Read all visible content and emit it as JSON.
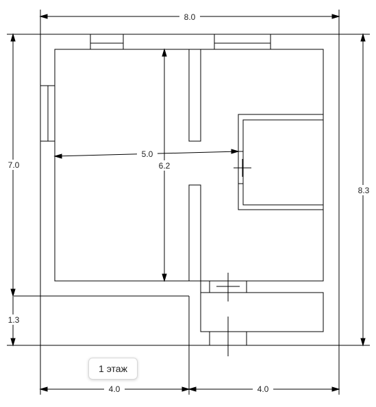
{
  "dimensions": {
    "top_width": "8.0",
    "left_height": "7.0",
    "right_height": "8.3",
    "inner_width": "5.0",
    "inner_height": "6.2",
    "annex_height": "1.3",
    "bottom_left": "4.0",
    "bottom_right": "4.0"
  },
  "floor_label": "1 этаж",
  "colors": {
    "line": "#000000",
    "text": "#222222"
  }
}
